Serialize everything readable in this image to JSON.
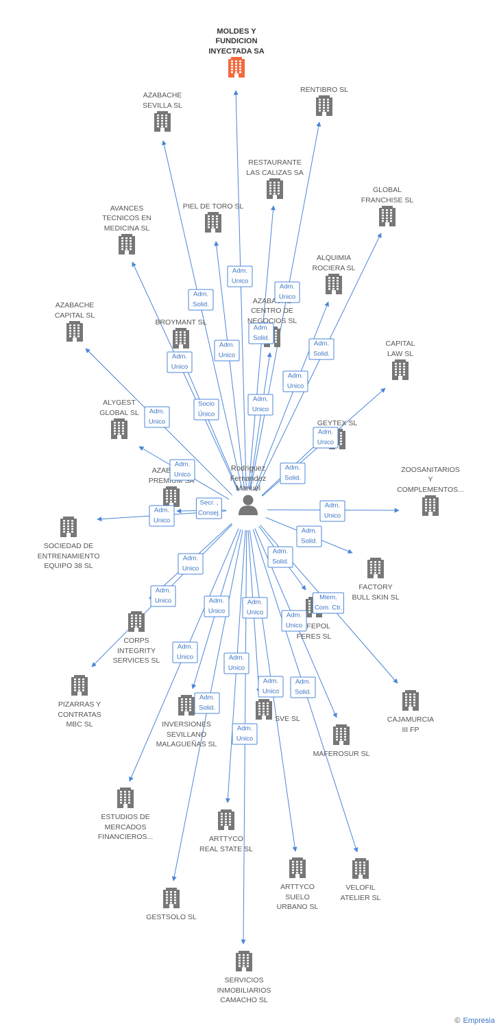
{
  "diagram": {
    "center": {
      "label": "Rodriguez\nFernandez\nManuel",
      "icon": "person-icon"
    },
    "companies": [
      {
        "id": "moldes",
        "label": "MOLDES Y\nFUNDICION\nINYECTADA SA",
        "icon": "building-icon",
        "highlight": true
      },
      {
        "id": "azabache-sevilla",
        "label": "AZABACHE\nSEVILLA SL",
        "icon": "building-icon"
      },
      {
        "id": "rentibro",
        "label": "RENTIBRO SL",
        "icon": "building-icon"
      },
      {
        "id": "restaurante",
        "label": "RESTAURANTE\nLAS CALIZAS SA",
        "icon": "building-icon"
      },
      {
        "id": "global-franchise",
        "label": "GLOBAL\nFRANCHISE SL",
        "icon": "building-icon"
      },
      {
        "id": "piel-de-toro",
        "label": "PIEL DE TORO SL",
        "icon": "building-icon"
      },
      {
        "id": "avances",
        "label": "AVANCES\nTECNICOS EN\nMEDICINA SL",
        "icon": "building-icon"
      },
      {
        "id": "alquimia",
        "label": "ALQUIMIA\nROCIERA SL",
        "icon": "building-icon"
      },
      {
        "id": "azabache-centro",
        "label": "AZABACHE\nCENTRO DE\nNEGOCIOS SL",
        "icon": "building-icon"
      },
      {
        "id": "azabache-capital",
        "label": "AZABACHE\nCAPITAL SL",
        "icon": "building-icon"
      },
      {
        "id": "broymant",
        "label": "BROYMANT SL",
        "icon": "building-icon"
      },
      {
        "id": "capital-law",
        "label": "CAPITAL\nLAW SL",
        "icon": "building-icon"
      },
      {
        "id": "alygest",
        "label": "ALYGEST\nGLOBAL SL",
        "icon": "building-icon"
      },
      {
        "id": "geytex",
        "label": "GEYTEX SL",
        "icon": "building-icon"
      },
      {
        "id": "azabache-premium",
        "label": "AZABACHE\nPREMIUM SA",
        "icon": "building-icon"
      },
      {
        "id": "zoosanitarios",
        "label": "ZOOSANITARIOS\nY\nCOMPLEMENTOS...",
        "icon": "building-icon"
      },
      {
        "id": "sociedad-entrenamiento",
        "label": "SOCIEDAD DE\nENTRENAMIENTO\nEQUIPO 38 SL",
        "icon": "building-icon"
      },
      {
        "id": "factory-bull",
        "label": "FACTORY\nBULL SKIN SL",
        "icon": "building-icon"
      },
      {
        "id": "ayfepol",
        "label": "AYFEPOL\nFERES SL",
        "icon": "building-icon"
      },
      {
        "id": "corps-integrity",
        "label": "CORPS\nINTEGRITY\nSERVICES SL",
        "icon": "building-icon"
      },
      {
        "id": "pizarras",
        "label": "PIZARRAS Y\nCONTRATAS\nMBC SL",
        "icon": "building-icon"
      },
      {
        "id": "cajamurcia",
        "label": "CAJAMURCIA\nIII FP",
        "icon": "building-icon"
      },
      {
        "id": "inversiones",
        "label": "INVERSIONES\nSEVILLANO\nMALAGUEÑAS SL",
        "icon": "building-icon"
      },
      {
        "id": "sve",
        "label": "SVE SL",
        "icon": "building-icon"
      },
      {
        "id": "maferosur",
        "label": "MAFEROSUR SL",
        "icon": "building-icon"
      },
      {
        "id": "estudios",
        "label": "ESTUDIOS DE\nMERCADOS\nFINANCIEROS...",
        "icon": "building-icon"
      },
      {
        "id": "arttyco-real",
        "label": "ARTTYCO\nREAL STATE SL",
        "icon": "building-icon"
      },
      {
        "id": "arttyco-suelo",
        "label": "ARTTYCO\nSUELO\nURBANO SL",
        "icon": "building-icon"
      },
      {
        "id": "velofil",
        "label": "VELOFIL\nATELIER SL",
        "icon": "building-icon"
      },
      {
        "id": "gestsolo",
        "label": "GESTSOLO SL",
        "icon": "building-icon"
      },
      {
        "id": "servicios",
        "label": "SERVICIOS\nINMOBILIARIOS\nCAMACHO SL",
        "icon": "building-icon"
      }
    ],
    "roles": [
      {
        "to": "azabache-sevilla",
        "label": "Adm.\nSolid."
      },
      {
        "to": "moldes",
        "label": "Adm.\nUnico"
      },
      {
        "to": "rentibro",
        "label": "Adm.\nUnico"
      },
      {
        "to": "azabache-centro",
        "label": "Adm.\nSolid."
      },
      {
        "to": "broymant",
        "label": "Adm.\nUnico"
      },
      {
        "to": "piel-de-toro",
        "label": "Adm.\nUnico"
      },
      {
        "to": "alquimia",
        "label": "Adm.\nUnico"
      },
      {
        "to": "global-franchise",
        "label": "Adm.\nSolid."
      },
      {
        "to": "avances",
        "label": "Socio\nÚnico"
      },
      {
        "to": "restaurante",
        "label": "Adm.\nUnico"
      },
      {
        "to": "azabache-capital",
        "label": "Adm.\nUnico"
      },
      {
        "to": "capital-law",
        "label": "Adm.\nUnico"
      },
      {
        "to": "alygest",
        "label": "Adm.\nUnico"
      },
      {
        "to": "geytex",
        "label": "Adm.\nSolid."
      },
      {
        "to": "azabache-premium",
        "label": "Secr. ,\nConsej."
      },
      {
        "to": "sociedad-entrenamiento",
        "label": "Adm.\nUnico"
      },
      {
        "to": "zoosanitarios",
        "label": "Adm.\nUnico"
      },
      {
        "to": "factory-bull",
        "label": "Adm.\nSolid."
      },
      {
        "to": "ayfepol",
        "label": "Adm.\nSolid."
      },
      {
        "to": "corps-integrity",
        "label": "Adm.\nUnico"
      },
      {
        "to": "pizarras",
        "label": "Adm.\nUnico"
      },
      {
        "to": "inversiones",
        "label": "Adm.\nUnico"
      },
      {
        "to": "sve",
        "label": "Adm.\nUnico"
      },
      {
        "to": "cajamurcia",
        "label": "Miem.\nCom. Ctr."
      },
      {
        "to": "maferosur",
        "label": "Adm.\nUnico"
      },
      {
        "to": "estudios",
        "label": "Adm.\nUnico"
      },
      {
        "to": "arttyco-real",
        "label": "Adm.\nUnico"
      },
      {
        "to": "gestsolo",
        "label": "Adm.\nSolid."
      },
      {
        "to": "arttyco-suelo",
        "label": "Adm.\nUnico"
      },
      {
        "to": "velofil",
        "label": "Adm.\nSolid."
      },
      {
        "to": "servicios",
        "label": "Adm.\nUnico"
      }
    ]
  },
  "colors": {
    "edge": "#4a86d8",
    "building": "#777777",
    "highlight": "#f26a3d"
  },
  "footer": {
    "copyright": "©",
    "brand": "Empresia"
  }
}
